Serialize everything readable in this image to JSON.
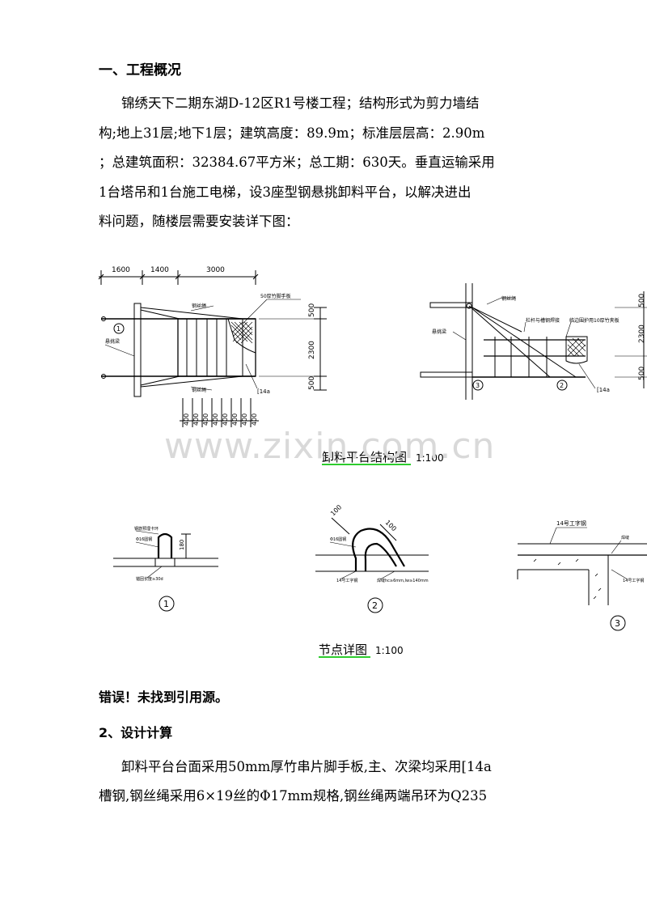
{
  "section1": {
    "heading": "一、工程概况",
    "lines": [
      "锦绣天下二期东湖D-12区R1号楼工程；结构形式为剪力墙结",
      "构;地上31层;地下1层；建筑高度：89.9m；标准层层高：2.90m",
      "；总建筑面积：32384.67平方米；总工期：630天。垂直运输采用",
      "1台塔吊和1台施工电梯，设3座型钢悬挑卸料平台，以解决进出",
      "料问题，随楼层需要安装详下图："
    ]
  },
  "figure1": {
    "title": "卸料平台结构图",
    "scale": "1:100",
    "dims_top": [
      "1600",
      "1400",
      "3000"
    ],
    "dims_right": [
      "500",
      "2300",
      "500"
    ],
    "dims_right2": [
      "500",
      "2300",
      "500"
    ],
    "dims_bottom": [
      "400",
      "400",
      "400",
      "400",
      "400",
      "400",
      "400",
      "400"
    ],
    "labels": {
      "wire_rope": "钢丝绳",
      "wire_rope_b": "钢丝绳",
      "plank": "50厚竹脚手板",
      "cantilever_beam": "悬挑梁",
      "channel": "[14a",
      "circle1": "1",
      "wire_rope_r": "钢丝绳",
      "rail": "栏杆与槽钢焊接",
      "guard": "临边围护用10厚竹夹板",
      "cantilever_beam_r": "悬挑梁",
      "channel_r": "[14a",
      "circle3": "3",
      "circle2": "2"
    }
  },
  "figure2": {
    "title": "节点详图",
    "scale": "1:100",
    "detail1": {
      "num": "1",
      "label_top": "钢筋预埋卡环",
      "label_bar": "Φ16圆钢",
      "dim": "180",
      "label_bottom": "锚固长度≥30d"
    },
    "detail2": {
      "num": "2",
      "dim_a": "100",
      "dim_b": "100",
      "label_bar": "Φ16圆钢",
      "label_channel": "14号工字钢",
      "label_weld": "焊缝hc≥6mm,lw≥140mm"
    },
    "detail3": {
      "num": "3",
      "label_beam": "14号工字钢",
      "label_weld": "焊缝",
      "label_channel": "14号工字钢"
    }
  },
  "watermark": "www.zixin.com.cn",
  "error_text": "错误！未找到引用源。",
  "section2": {
    "heading": "2、设计计算",
    "lines": [
      "卸料平台台面采用50mm厚竹串片脚手板,主、次梁均采用[14a",
      "槽钢,钢丝绳采用6×19丝的Φ17mm规格,钢丝绳两端吊环为Q235"
    ]
  }
}
